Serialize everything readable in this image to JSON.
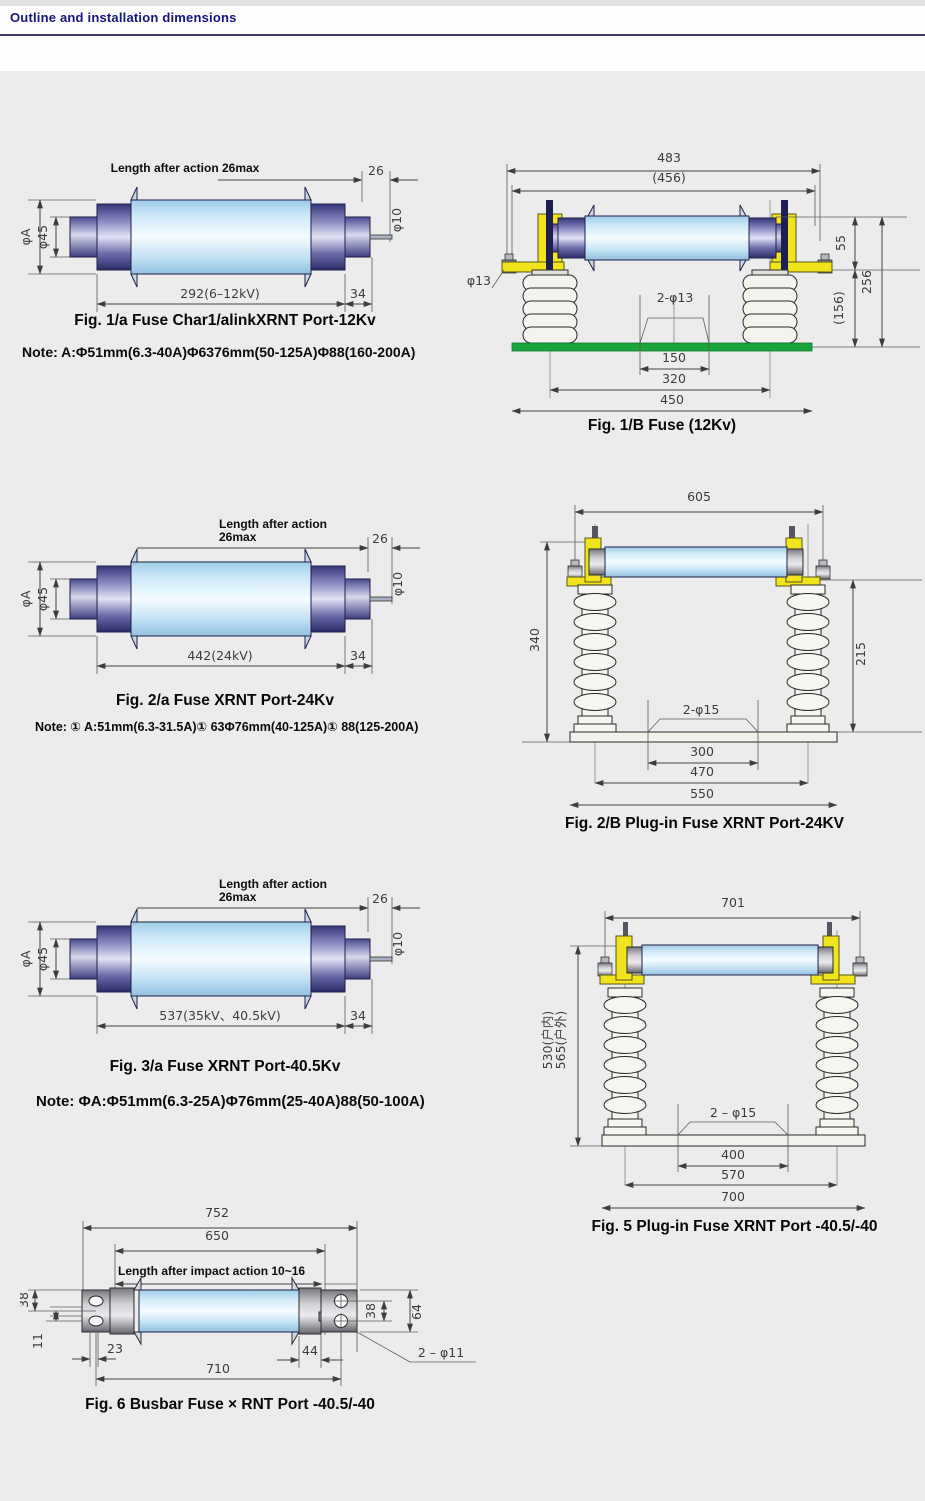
{
  "header": {
    "title": "Outline and installation dimensions"
  },
  "colors": {
    "title_blue": "#15157d",
    "fuse_body_blue": "#cfeaf8",
    "cap_navy": "#34347a",
    "bracket_yellow": "#f2e41c",
    "base_green": "#18a43a",
    "background_gray": "#ececec"
  },
  "fig1a": {
    "labels": {
      "length_after_action": "Length after action 26max",
      "d26": "26",
      "phiA": "φA",
      "phi45": "φ45",
      "phi10": "φ10",
      "body_length": "292(6–12kV)",
      "d34": "34"
    },
    "caption": "Fig. 1/a Fuse Char1/alinkXRNT Port-12Kv",
    "note": "Note: A:Φ51mm(6.3-40A)Φ6376mm(50-125A)Φ88(160-200A)"
  },
  "fig1b": {
    "labels": {
      "d483": "483",
      "d456": "(456)",
      "phi13": "φ13",
      "holes": "2-φ13",
      "d150": "150",
      "d320": "320",
      "d450": "450",
      "d55": "55",
      "d156": "(156)",
      "d256": "256"
    },
    "caption": "Fig. 1/B Fuse (12Kv)"
  },
  "fig2a": {
    "labels": {
      "laa_line1": "Length after action",
      "laa_line2": "26max",
      "d26": "26",
      "phiA": "φA",
      "phi45": "φ45",
      "phi10": "φ10",
      "body_length": "442(24kV)",
      "d34": "34"
    },
    "caption": "Fig. 2/a Fuse XRNT Port-24Kv",
    "note": "Note: ① A:51mm(6.3-31.5A)① 63Φ76mm(40-125A)① 88(125-200A)"
  },
  "fig2b": {
    "labels": {
      "d605": "605",
      "d340": "340",
      "d215": "215",
      "holes": "2-φ15",
      "d300": "300",
      "d470": "470",
      "d550": "550"
    },
    "caption": "Fig. 2/B Plug-in Fuse XRNT Port-24KV"
  },
  "fig3a": {
    "labels": {
      "laa_line1": "Length after action",
      "laa_line2": "26max",
      "d26": "26",
      "phiA": "φA",
      "phi45": "φ45",
      "phi10": "φ10",
      "body_length": "537(35kV、40.5kV)",
      "d34": "34"
    },
    "caption": "Fig. 3/a Fuse XRNT Port-40.5Kv",
    "note": "Note: ΦA:Φ51mm(6.3-25A)Φ76mm(25-40A)88(50-100A)"
  },
  "fig5": {
    "labels": {
      "d701": "701",
      "height_indoor": "530(户内)",
      "height_outdoor": "565(户外)",
      "holes": "2 – φ15",
      "d400": "400",
      "d570": "570",
      "d700": "700"
    },
    "caption": "Fig. 5 Plug-in Fuse XRNT Port -40.5/-40"
  },
  "fig6": {
    "labels": {
      "d752": "752",
      "d650": "650",
      "impact": "Length after impact action 10~16",
      "left_d38": "38",
      "d11": "11",
      "d23": "23",
      "d44": "44",
      "d710": "710",
      "right_d38": "38",
      "d64": "64",
      "holes": "2 – φ11"
    },
    "caption": "Fig. 6 Busbar Fuse × RNT Port -40.5/-40"
  }
}
